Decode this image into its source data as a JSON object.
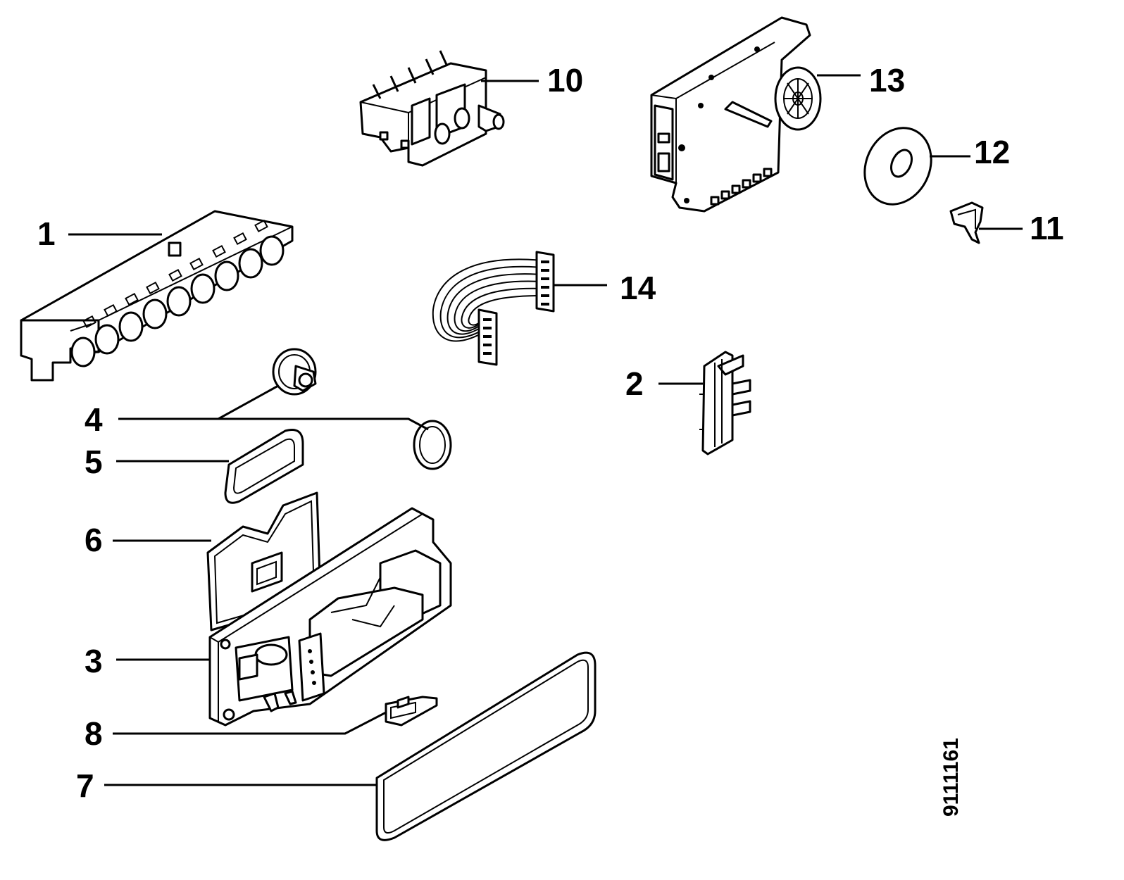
{
  "diagram": {
    "reference_number": "9111161",
    "callouts": {
      "c1": "1",
      "c2": "2",
      "c3": "3",
      "c4": "4",
      "c5": "5",
      "c6": "6",
      "c7": "7",
      "c8": "8",
      "c10": "10",
      "c11": "11",
      "c12": "12",
      "c13": "13",
      "c14": "14"
    },
    "parts": [
      {
        "id": "1",
        "depiction": "push-button switch bank"
      },
      {
        "id": "2",
        "depiction": "small switch"
      },
      {
        "id": "3",
        "depiction": "door lock / dispenser assembly"
      },
      {
        "id": "4",
        "depiction": "knob spring and ring"
      },
      {
        "id": "5",
        "depiction": "small gasket"
      },
      {
        "id": "6",
        "depiction": "cover plate"
      },
      {
        "id": "7",
        "depiction": "large gasket"
      },
      {
        "id": "8",
        "depiction": "catch"
      },
      {
        "id": "10",
        "depiction": "rotary switch"
      },
      {
        "id": "11",
        "depiction": "clip"
      },
      {
        "id": "12",
        "depiction": "washer"
      },
      {
        "id": "13",
        "depiction": "programme timer"
      },
      {
        "id": "14",
        "depiction": "wiring harness"
      }
    ]
  }
}
